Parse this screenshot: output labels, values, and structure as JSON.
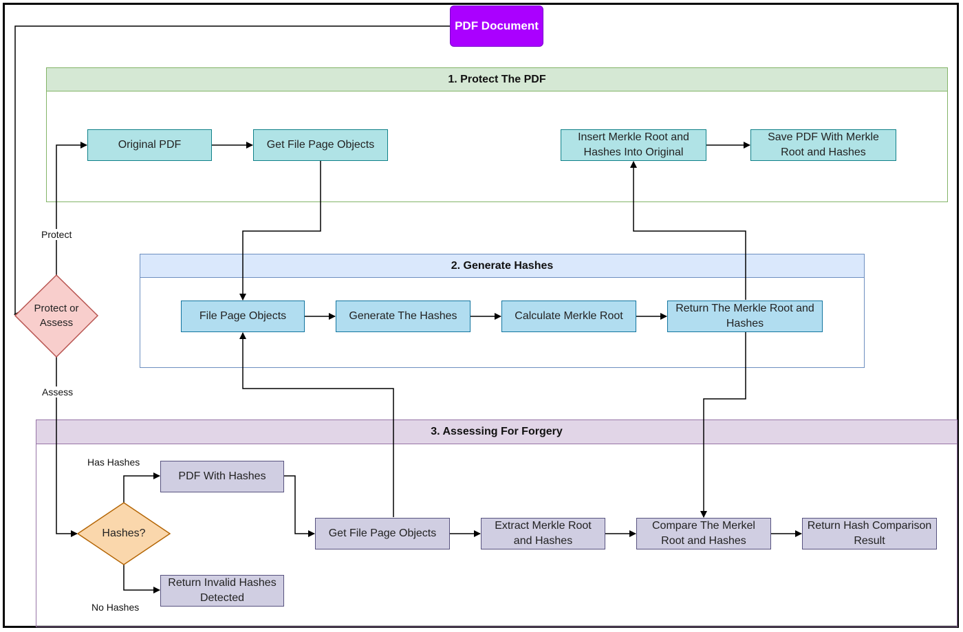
{
  "start": {
    "label": "PDF Document"
  },
  "groups": {
    "protect": {
      "title": "1. Protect The PDF"
    },
    "generate": {
      "title": "2. Generate Hashes"
    },
    "assess": {
      "title": "3. Assessing For Forgery"
    }
  },
  "decisions": {
    "protect_or_assess": "Protect or Assess",
    "hashes": "Hashes?"
  },
  "nodes": {
    "original_pdf": "Original PDF",
    "get_file_page_objects_1": "Get File Page Objects",
    "insert_merkle_root": "Insert Merkle Root and Hashes Into Original",
    "save_pdf": "Save PDF With Merkle Root and Hashes",
    "file_page_objects": "File Page Objects",
    "generate_hashes": "Generate The Hashes",
    "calculate_merkle_root": "Calculate Merkle Root",
    "return_merkle_root": "Return The Merkle Root and Hashes",
    "pdf_with_hashes": "PDF With Hashes",
    "return_invalid": "Return Invalid Hashes Detected",
    "get_file_page_objects_3": "Get File Page Objects",
    "extract_merkle_root": "Extract Merkle Root and Hashes",
    "compare_merkel": "Compare The Merkel Root and Hashes",
    "return_hash_comparison": "Return Hash Comparison Result"
  },
  "edge_labels": {
    "protect": "Protect",
    "assess": "Assess",
    "has_hashes": "Has Hashes",
    "no_hashes": "No Hashes"
  },
  "colors": {
    "group1_fill": "#d5e8d4",
    "group1_stroke": "#82b366",
    "group2_fill": "#dae8fc",
    "group2_stroke": "#6c8ebf",
    "group3_fill": "#e1d5e7",
    "group3_stroke": "#9673a6",
    "decision1_fill": "#f8cecc",
    "decision1_stroke": "#b85450",
    "decision2_fill": "#fad7ac",
    "decision2_stroke": "#b46504",
    "start_fill": "#aa00ff"
  }
}
